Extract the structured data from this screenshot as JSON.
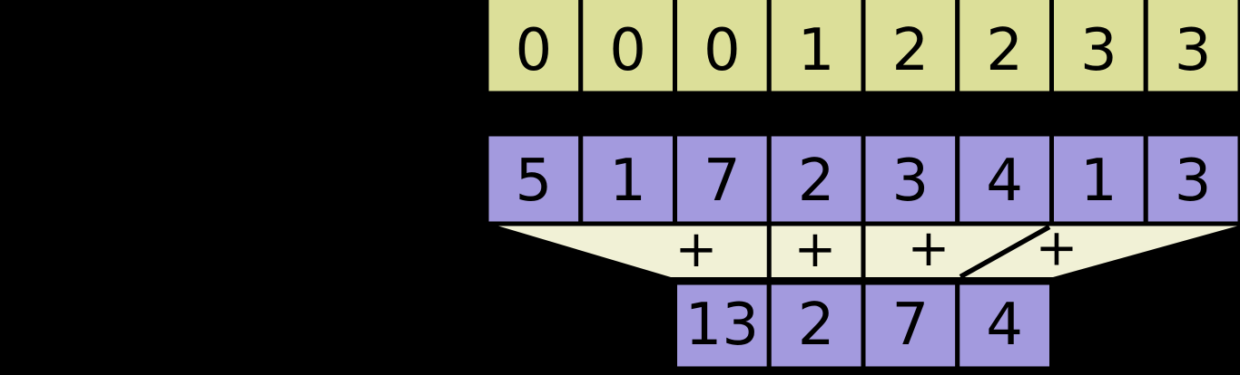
{
  "colors": {
    "background": "#000000",
    "topCell": "#dcdf99",
    "midCell": "#a39ade",
    "funnel": "#f1f1d6",
    "text": "#000000"
  },
  "rows": {
    "top": {
      "values": [
        "0",
        "0",
        "0",
        "1",
        "2",
        "2",
        "3",
        "3"
      ]
    },
    "middle": {
      "values": [
        "5",
        "1",
        "7",
        "2",
        "3",
        "4",
        "1",
        "3"
      ]
    },
    "bottom": {
      "values": [
        "13",
        "2",
        "7",
        "4"
      ]
    }
  },
  "operators": {
    "labels": [
      "+",
      "+",
      "+",
      "+"
    ]
  }
}
